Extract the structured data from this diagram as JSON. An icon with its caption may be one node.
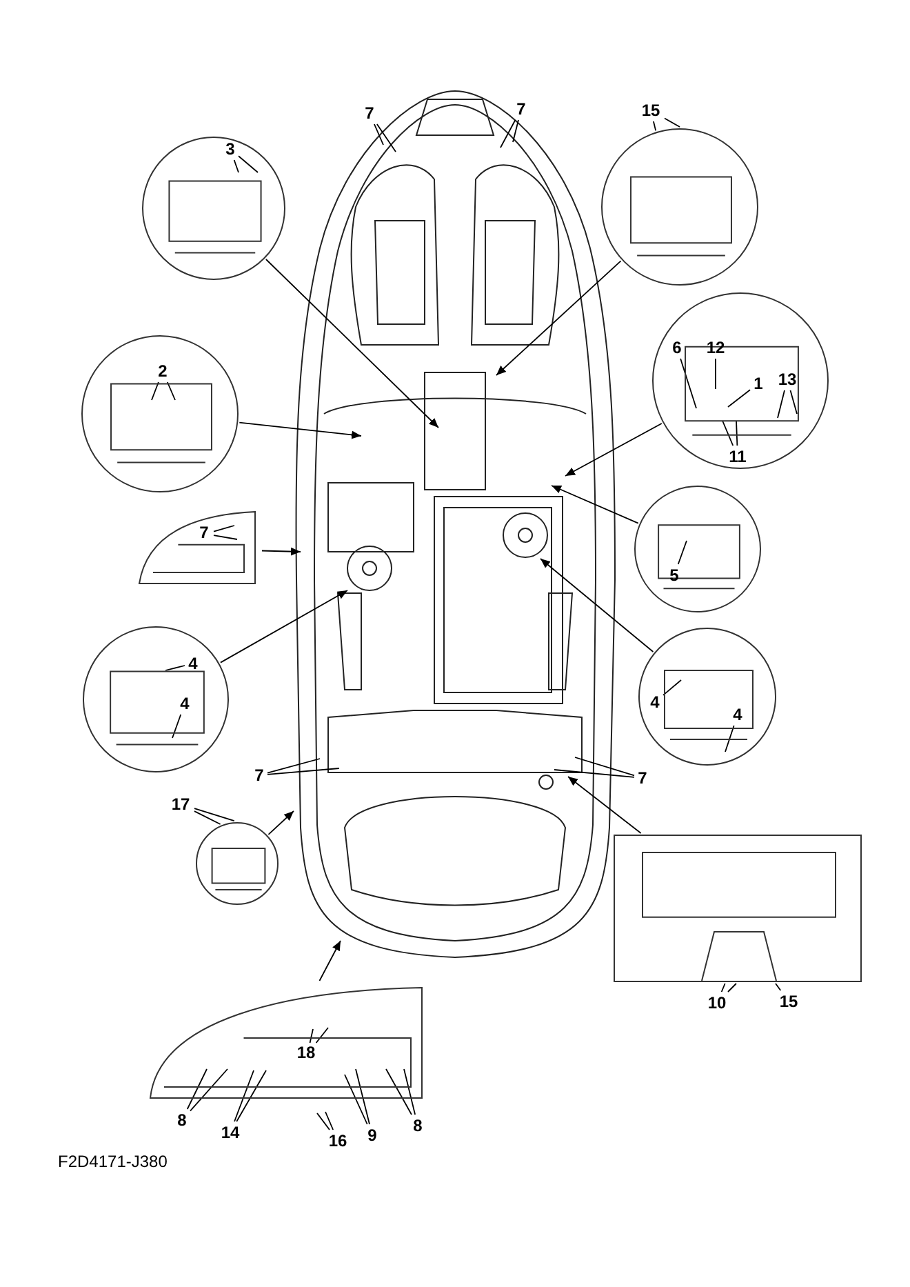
{
  "diagram": {
    "nodes": [
      {
        "text": [],
        "shape": "circle"
      },
      {
        "text": [
          "3"
        ],
        "in": 0
      },
      {
        "text": [
          "7"
        ]
      },
      {
        "text": [
          "7"
        ]
      },
      {
        "text": [
          "15"
        ]
      },
      {
        "text": [],
        "shape": "circle"
      },
      {
        "text": [],
        "shape": "circle"
      },
      {
        "text": [
          "2"
        ],
        "in": 6
      },
      {
        "text": [],
        "shape": "circle"
      },
      {
        "text": [
          "6"
        ],
        "in": 8
      },
      {
        "text": [
          "12"
        ],
        "in": 8
      },
      {
        "text": [
          "1"
        ],
        "in": 8
      },
      {
        "text": [
          "13"
        ],
        "in": 8
      },
      {
        "text": [
          "11"
        ],
        "in": 8
      },
      {
        "text": [],
        "shape": "picture"
      },
      {
        "text": [
          "7"
        ],
        "in": 14
      },
      {
        "text": [],
        "shape": "circle"
      },
      {
        "text": [
          "5"
        ],
        "in": 16
      },
      {
        "text": [],
        "shape": "circle"
      },
      {
        "text": [
          "4"
        ],
        "in": 18
      },
      {
        "text": [
          "4"
        ],
        "in": 18
      },
      {
        "text": [],
        "shape": "circle"
      },
      {
        "text": [
          "4"
        ],
        "in": 21
      },
      {
        "text": [
          "4"
        ],
        "in": 21
      },
      {
        "text": [
          "7"
        ]
      },
      {
        "text": [
          "7"
        ]
      },
      {
        "text": [
          "17"
        ]
      },
      {
        "text": [],
        "shape": "circle"
      },
      {
        "text": [],
        "shape": "box"
      },
      {
        "text": [
          "10"
        ]
      },
      {
        "text": [
          "15"
        ]
      },
      {
        "text": [],
        "shape": "picture"
      },
      {
        "text": [
          "18"
        ],
        "in": 31
      },
      {
        "text": [
          "8"
        ]
      },
      {
        "text": [
          "14"
        ]
      },
      {
        "text": [
          "16"
        ]
      },
      {
        "text": [
          "9"
        ]
      },
      {
        "text": [
          "8"
        ]
      }
    ],
    "edges": [
      {
        "from": 1,
        "to": null,
        "arrow": "none"
      },
      {
        "from": 1,
        "to": null,
        "arrow": "none"
      },
      {
        "from": 2,
        "to": null,
        "arrow": "none"
      },
      {
        "from": 2,
        "to": null,
        "arrow": "none"
      },
      {
        "from": 3,
        "to": null,
        "arrow": "none"
      },
      {
        "from": 3,
        "to": null,
        "arrow": "none"
      },
      {
        "from": 4,
        "to": 5,
        "arrow": "none"
      },
      {
        "from": 4,
        "to": 5,
        "arrow": "none"
      },
      {
        "from": 5,
        "to": null,
        "arrow": "to"
      },
      {
        "from": 0,
        "to": null,
        "arrow": "to"
      },
      {
        "from": 7,
        "to": null,
        "arrow": "none"
      },
      {
        "from": 7,
        "to": null,
        "arrow": "none"
      },
      {
        "from": 6,
        "to": null,
        "arrow": "to"
      },
      {
        "from": 9,
        "to": null,
        "arrow": "none"
      },
      {
        "from": 10,
        "to": null,
        "arrow": "none"
      },
      {
        "from": 11,
        "to": null,
        "arrow": "none"
      },
      {
        "from": 12,
        "to": null,
        "arrow": "none"
      },
      {
        "from": 12,
        "to": null,
        "arrow": "none"
      },
      {
        "from": 13,
        "to": null,
        "arrow": "none"
      },
      {
        "from": 13,
        "to": null,
        "arrow": "none"
      },
      {
        "from": 8,
        "to": null,
        "arrow": "to"
      },
      {
        "from": 15,
        "to": null,
        "arrow": "none"
      },
      {
        "from": 15,
        "to": null,
        "arrow": "none"
      },
      {
        "from": 14,
        "to": null,
        "arrow": "to"
      },
      {
        "from": 17,
        "to": null,
        "arrow": "none"
      },
      {
        "from": 16,
        "to": null,
        "arrow": "to"
      },
      {
        "from": 19,
        "to": null,
        "arrow": "none"
      },
      {
        "from": 20,
        "to": null,
        "arrow": "none"
      },
      {
        "from": 18,
        "to": null,
        "arrow": "to"
      },
      {
        "from": 22,
        "to": null,
        "arrow": "none"
      },
      {
        "from": 23,
        "to": null,
        "arrow": "none"
      },
      {
        "from": 21,
        "to": null,
        "arrow": "to"
      },
      {
        "from": 24,
        "to": null,
        "arrow": "none"
      },
      {
        "from": 24,
        "to": null,
        "arrow": "none"
      },
      {
        "from": 25,
        "to": null,
        "arrow": "none"
      },
      {
        "from": 25,
        "to": null,
        "arrow": "none"
      },
      {
        "from": 26,
        "to": 27,
        "arrow": "none"
      },
      {
        "from": 26,
        "to": 27,
        "arrow": "none"
      },
      {
        "from": 27,
        "to": null,
        "arrow": "to"
      },
      {
        "from": 29,
        "to": 28,
        "arrow": "none"
      },
      {
        "from": 29,
        "to": 28,
        "arrow": "none"
      },
      {
        "from": 30,
        "to": 28,
        "arrow": "none"
      },
      {
        "from": 28,
        "to": null,
        "arrow": "to"
      },
      {
        "from": 32,
        "to": null,
        "arrow": "none"
      },
      {
        "from": 32,
        "to": null,
        "arrow": "none"
      },
      {
        "from": 33,
        "to": null,
        "arrow": "none"
      },
      {
        "from": 33,
        "to": null,
        "arrow": "none"
      },
      {
        "from": 34,
        "to": null,
        "arrow": "none"
      },
      {
        "from": 34,
        "to": null,
        "arrow": "none"
      },
      {
        "from": 35,
        "to": null,
        "arrow": "none"
      },
      {
        "from": 35,
        "to": null,
        "arrow": "none"
      },
      {
        "from": 36,
        "to": null,
        "arrow": "none"
      },
      {
        "from": 36,
        "to": null,
        "arrow": "none"
      },
      {
        "from": 37,
        "to": null,
        "arrow": "none"
      },
      {
        "from": 37,
        "to": null,
        "arrow": "none"
      },
      {
        "from": 31,
        "to": null,
        "arrow": "to"
      }
    ],
    "labels": [
      "F2D4171-J380"
    ]
  }
}
